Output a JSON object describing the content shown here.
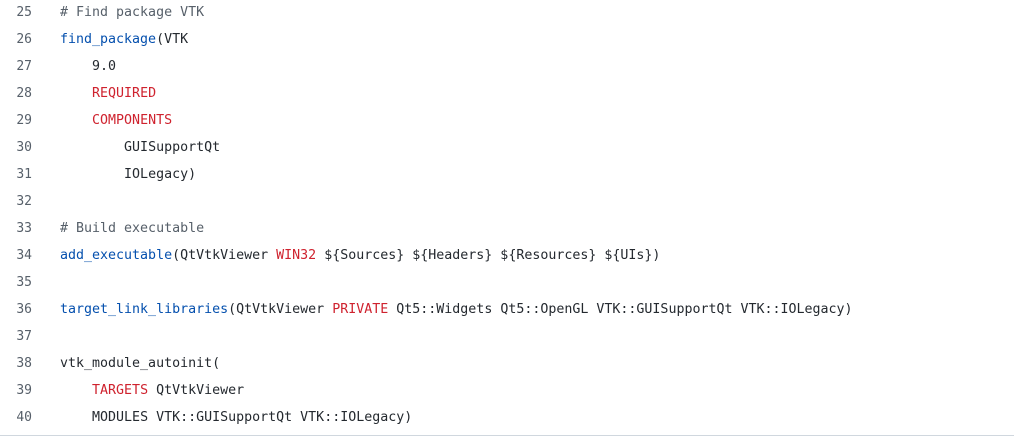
{
  "colors": {
    "background": "#ffffff",
    "line_number": "#57606a",
    "comment": "#57606a",
    "function": "#0550ae",
    "keyword": "#cf222e",
    "text": "#24292f"
  },
  "lines": [
    {
      "num": "25",
      "indent": "",
      "tokens": [
        {
          "t": "# Find package VTK",
          "c": "comment"
        }
      ]
    },
    {
      "num": "26",
      "indent": "",
      "tokens": [
        {
          "t": "find_package",
          "c": "fn"
        },
        {
          "t": "(VTK",
          "c": "plain"
        }
      ]
    },
    {
      "num": "27",
      "indent": "    ",
      "tokens": [
        {
          "t": "9.0",
          "c": "plain"
        }
      ]
    },
    {
      "num": "28",
      "indent": "    ",
      "tokens": [
        {
          "t": "REQUIRED",
          "c": "kw"
        }
      ]
    },
    {
      "num": "29",
      "indent": "    ",
      "tokens": [
        {
          "t": "COMPONENTS",
          "c": "kw"
        }
      ]
    },
    {
      "num": "30",
      "indent": "        ",
      "tokens": [
        {
          "t": "GUISupportQt",
          "c": "plain"
        }
      ]
    },
    {
      "num": "31",
      "indent": "        ",
      "tokens": [
        {
          "t": "IOLegacy)",
          "c": "plain"
        }
      ]
    },
    {
      "num": "32",
      "indent": "",
      "tokens": []
    },
    {
      "num": "33",
      "indent": "",
      "tokens": [
        {
          "t": "# Build executable",
          "c": "comment"
        }
      ]
    },
    {
      "num": "34",
      "indent": "",
      "tokens": [
        {
          "t": "add_executable",
          "c": "fn"
        },
        {
          "t": "(QtVtkViewer ",
          "c": "plain"
        },
        {
          "t": "WIN32",
          "c": "kw"
        },
        {
          "t": " ${Sources} ${Headers} ${Resources} ${UIs})",
          "c": "plain"
        }
      ]
    },
    {
      "num": "35",
      "indent": "",
      "tokens": []
    },
    {
      "num": "36",
      "indent": "",
      "tokens": [
        {
          "t": "target_link_libraries",
          "c": "fn"
        },
        {
          "t": "(QtVtkViewer ",
          "c": "plain"
        },
        {
          "t": "PRIVATE",
          "c": "kw"
        },
        {
          "t": " Qt5::Widgets Qt5::OpenGL VTK::GUISupportQt VTK::IOLegacy)",
          "c": "plain"
        }
      ]
    },
    {
      "num": "37",
      "indent": "",
      "tokens": []
    },
    {
      "num": "38",
      "indent": "",
      "tokens": [
        {
          "t": "vtk_module_autoinit(",
          "c": "plain"
        }
      ]
    },
    {
      "num": "39",
      "indent": "    ",
      "tokens": [
        {
          "t": "TARGETS",
          "c": "kw"
        },
        {
          "t": " QtVtkViewer",
          "c": "plain"
        }
      ]
    },
    {
      "num": "40",
      "indent": "    ",
      "tokens": [
        {
          "t": "MODULES VTK::GUISupportQt VTK::IOLegacy)",
          "c": "plain"
        }
      ]
    }
  ]
}
